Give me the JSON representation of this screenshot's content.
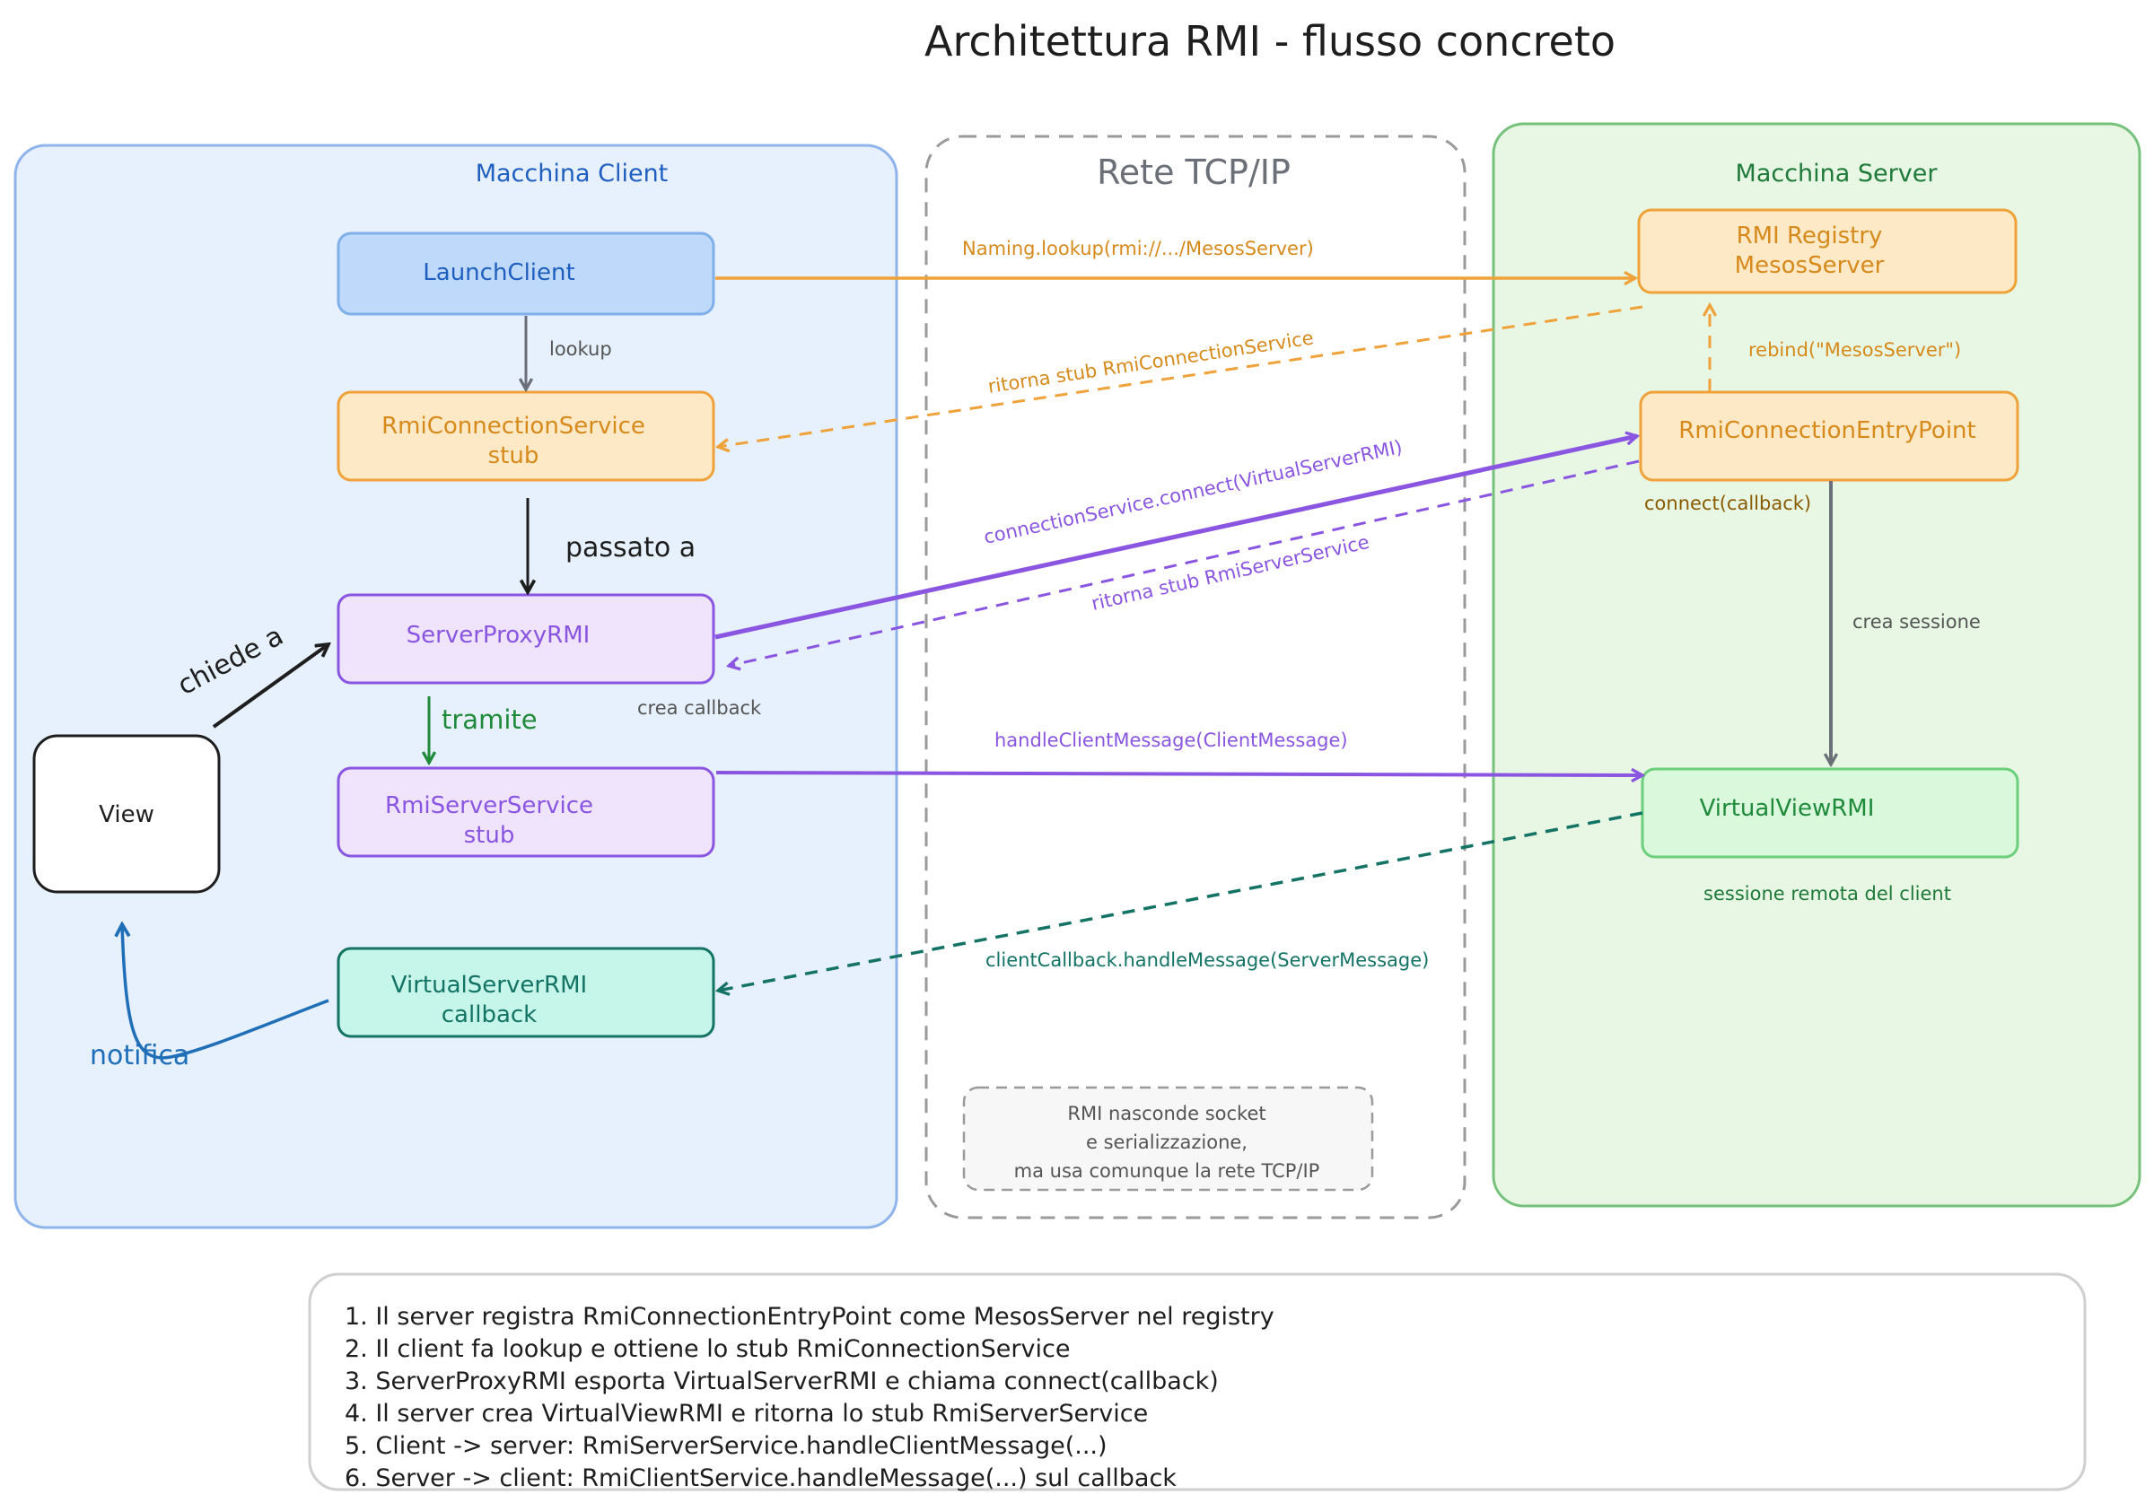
{
  "title": "Architettura RMI - flusso concreto",
  "zones": {
    "client": "Macchina Client",
    "network": "Rete TCP/IP",
    "server": "Macchina Server"
  },
  "nodes": {
    "launch_client": "LaunchClient",
    "conn_stub": [
      "RmiConnectionService",
      "stub"
    ],
    "server_proxy": "ServerProxyRMI",
    "server_service_stub": [
      "RmiServerService",
      "stub"
    ],
    "view": "View",
    "callback": [
      "VirtualServerRMI",
      "callback"
    ],
    "registry": [
      "RMI Registry",
      "MesosServer"
    ],
    "entry_point": "RmiConnectionEntryPoint",
    "virtual_view": "VirtualViewRMI"
  },
  "edges": {
    "lookup": "lookup",
    "passato_a": "passato a",
    "chiede_a": "chiede a",
    "tramite": "tramite",
    "crea_callback": "crea callback",
    "notifica": "notifica",
    "naming_lookup": "Naming.lookup(rmi://.../MesosServer)",
    "ritorna_conn_stub": "ritorna stub RmiConnectionService",
    "connect_call": "connectionService.connect(VirtualServerRMI)",
    "ritorna_server_stub": "ritorna stub RmiServerService",
    "handle_client_msg": "handleClientMessage(ClientMessage)",
    "client_callback": "clientCallback.handleMessage(ServerMessage)",
    "rebind": "rebind(\"MesosServer\")",
    "connect_callback": "connect(callback)",
    "crea_sessione": "crea sessione",
    "sessione_remota": "sessione remota del client"
  },
  "network_note": [
    "RMI nasconde socket",
    "e serializzazione,",
    "ma usa comunque la rete TCP/IP"
  ],
  "steps": [
    "1. Il server registra RmiConnectionEntryPoint come MesosServer nel registry",
    "2. Il client fa lookup e ottiene lo stub RmiConnectionService",
    "3. ServerProxyRMI esporta VirtualServerRMI e chiama connect(callback)",
    "4. Il server crea VirtualViewRMI e ritorna lo stub RmiServerService",
    "5. Client -> server: RmiServerService.handleClientMessage(...)",
    "6. Server -> client: RmiClientService.handleMessage(...) sul callback"
  ],
  "colors": {
    "client_zone_fill": "#e7f0fd",
    "client_zone_stroke": "#8fb4ec",
    "server_zone_fill": "#e7f7e4",
    "server_zone_stroke": "#76c27c",
    "network_stroke": "#9a9a9a",
    "orange": "#f0a23a",
    "orange_fill": "#fde9c6",
    "purple": "#8a55e0",
    "purple_fill": "#efe4fc",
    "blue": "#1f6fb8",
    "blue_fill": "#bed9fa",
    "teal": "#137364",
    "teal_fill": "#c6f6ea",
    "green_node_fill": "#d9f8dc",
    "green_node_stroke": "#6ccf7b",
    "green_text": "#1f8a3a",
    "gray": "#6b6f78"
  }
}
